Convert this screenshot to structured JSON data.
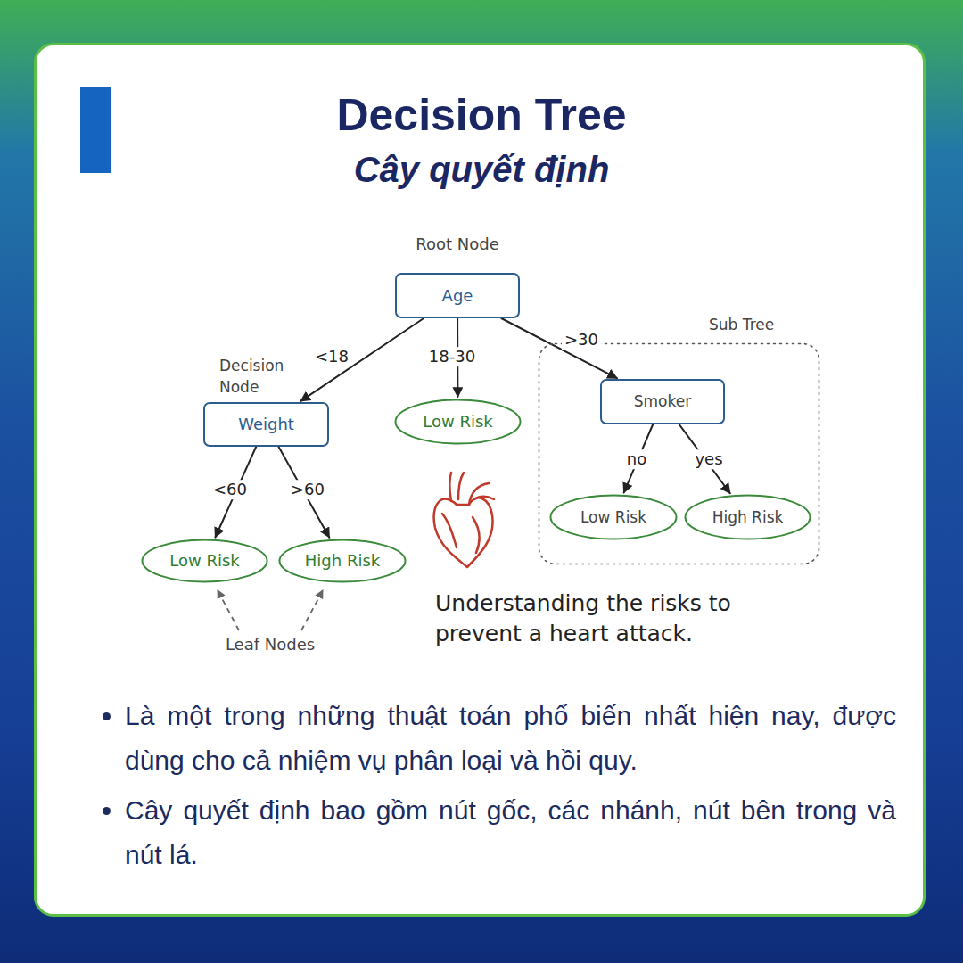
{
  "diagram": {
    "title": "Decision Tree",
    "nodes": [
      {
        "text": [
          "Age"
        ]
      },
      {
        "text": [
          "Weight"
        ]
      },
      {
        "text": [
          "Low Risk"
        ]
      },
      {
        "text": [
          "Sub Tree"
        ]
      },
      {
        "text": [
          "Smoker"
        ],
        "in": 3
      },
      {
        "text": [
          "Low Risk"
        ]
      },
      {
        "text": [
          "High Risk"
        ]
      },
      {
        "text": [
          "Low Risk"
        ],
        "in": 3
      },
      {
        "text": [
          "High Risk"
        ],
        "in": 3
      }
    ],
    "edges": [
      {
        "from": 0,
        "to": 1,
        "label": "<18",
        "arrow": "to"
      },
      {
        "from": 0,
        "to": 2,
        "label": "18-30",
        "arrow": "to"
      },
      {
        "from": 0,
        "to": 4,
        "label": ">30",
        "arrow": "to"
      },
      {
        "from": 1,
        "to": 5,
        "label": "<60",
        "arrow": "to"
      },
      {
        "from": 1,
        "to": 6,
        "label": ">60",
        "arrow": "to"
      },
      {
        "from": 4,
        "to": 7,
        "label": "no",
        "arrow": "to"
      },
      {
        "from": 4,
        "to": 8,
        "label": "yes",
        "arrow": "to"
      }
    ],
    "labels": [
      "Cây quyết định",
      "Root Node",
      "Decision Node",
      "Leaf Nodes",
      "Understanding the risks to prevent a heart attack.",
      "Là một trong những thuật toán phổ biến nhất hiện nay, được dùng cho cả nhiệm vụ phân loại và hồi quy.",
      "Cây quyết định bao gồm nút gốc, các nhánh, nút bên trong và nút lá."
    ]
  }
}
